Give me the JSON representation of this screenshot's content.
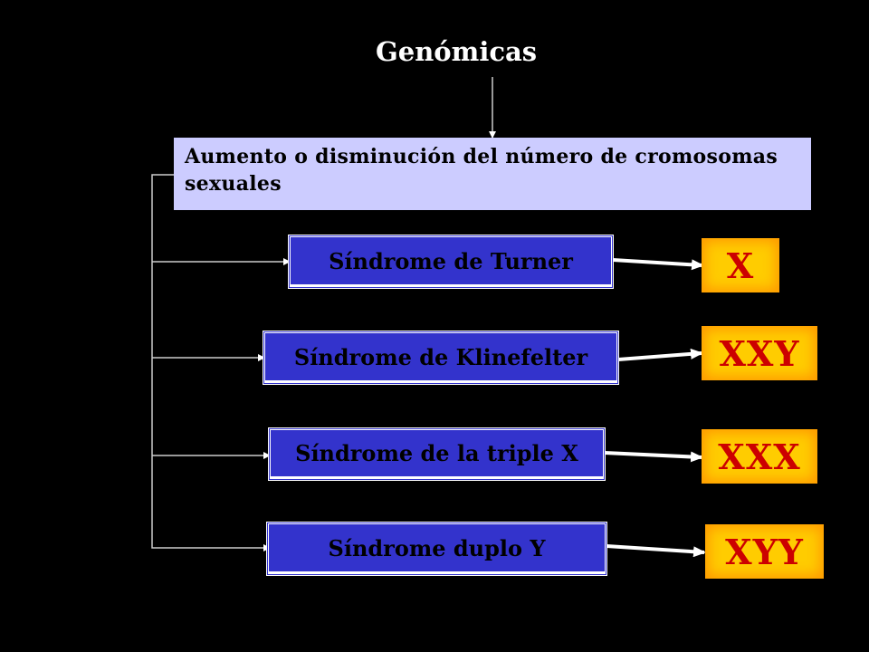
{
  "title": "Genómicas",
  "category": "Aumento o disminución del número de cromosomas sexuales",
  "syndromes": [
    {
      "name": "Síndrome de Turner",
      "karyotype": "X"
    },
    {
      "name": "Síndrome de Klinefelter",
      "karyotype": "XXY"
    },
    {
      "name": "Síndrome de la triple X",
      "karyotype": "XXX"
    },
    {
      "name": "Síndrome duplo Y",
      "karyotype": "XYY"
    }
  ],
  "colors": {
    "background": "#000000",
    "category_box": "#ccccff",
    "syndrome_box": "#3333cc",
    "karyotype_box": "#ffcc00",
    "karyotype_text": "#cc0000"
  }
}
